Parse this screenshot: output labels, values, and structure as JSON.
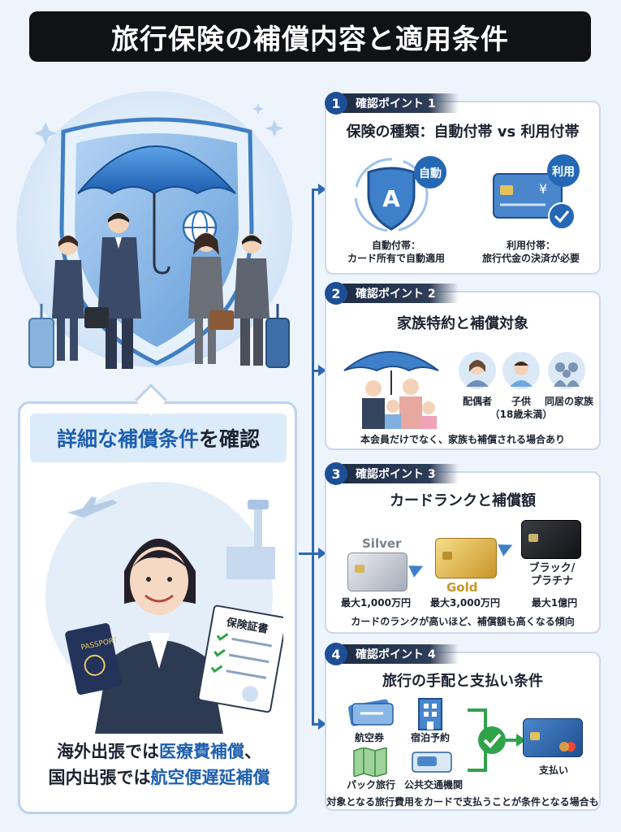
{
  "title": "旅行保険の補償内容と適用条件",
  "left": {
    "banner_part1": "詳細な補償条件",
    "banner_part2": "を確認",
    "passport_label": "PASSPORT",
    "certificate_label": "保険証書",
    "caption_line1_a": "海外出張では",
    "caption_line1_b": "医療費補償",
    "caption_line1_c": "、",
    "caption_line2_a": "国内出張では",
    "caption_line2_b": "航空便遅延補償"
  },
  "points": [
    {
      "num": "1",
      "tag": "確認ポイント 1",
      "title": "保険の種類：自動付帯 vs 利用付帯",
      "auto_badge": "自動",
      "use_badge": "利用",
      "shield_letter": "A",
      "auto_label_1": "自動付帯：",
      "auto_label_2": "カード所有で自動適用",
      "use_label_1": "利用付帯：",
      "use_label_2": "旅行代金の決済が必要"
    },
    {
      "num": "2",
      "tag": "確認ポイント 2",
      "title": "家族特約と補償対象",
      "spouse": "配偶者",
      "child_1": "子供",
      "child_2": "（18歳未満）",
      "family": "同居の家族",
      "note": "本会員だけでなく、家族も補償される場合あり"
    },
    {
      "num": "3",
      "tag": "確認ポイント 3",
      "title": "カードランクと補償額",
      "silver": "Silver",
      "gold": "Gold",
      "black_1": "ブラック/",
      "black_2": "プラチナ",
      "silver_amount": "最大1,000万円",
      "gold_amount": "最大3,000万円",
      "black_amount": "最大1億円",
      "note": "カードのランクが高いほど、補償額も高くなる傾向"
    },
    {
      "num": "4",
      "tag": "確認ポイント 4",
      "title": "旅行の手配と支払い条件",
      "ticket": "航空券",
      "hotel": "宿泊予約",
      "package": "パック旅行",
      "transit": "公共交通機関",
      "payment": "支払い",
      "note": "対象となる旅行費用をカードで支払うことが条件となる場合も"
    }
  ],
  "colors": {
    "accent": "#1f5fae",
    "dark": "#101216",
    "gold": "#d6a830",
    "green": "#2fa24a"
  }
}
